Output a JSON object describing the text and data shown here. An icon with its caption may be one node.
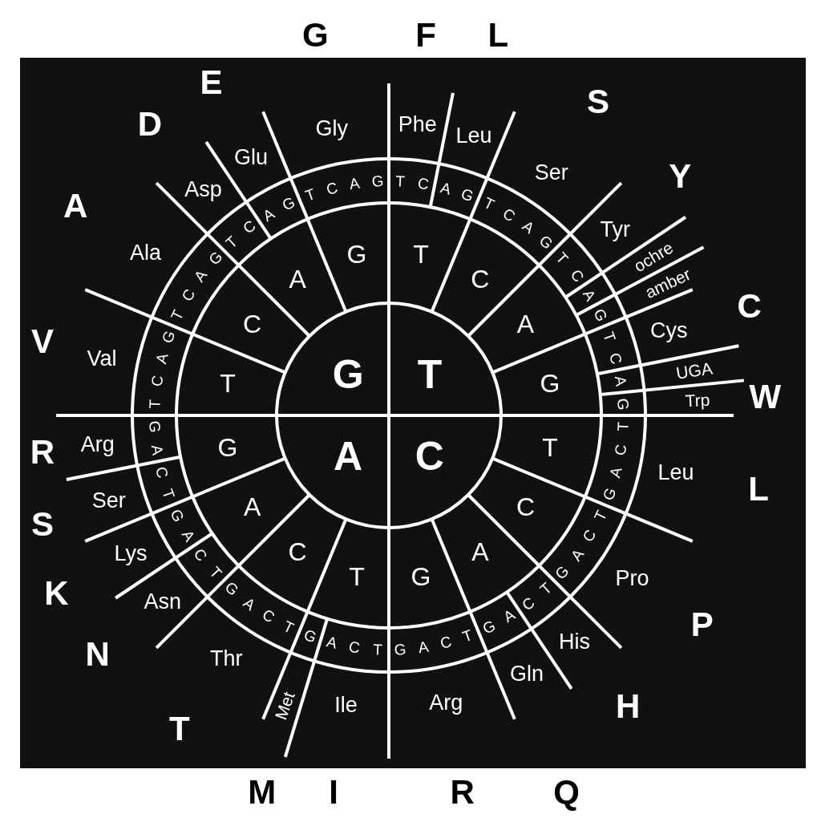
{
  "diagram": {
    "labels": [
      "G",
      "T",
      "A",
      "C",
      "T",
      "C",
      "A",
      "G",
      "T",
      "C",
      "A",
      "G",
      "T",
      "C",
      "A",
      "G",
      "T",
      "C",
      "A",
      "G",
      "T",
      "C",
      "A",
      "G",
      "T",
      "C",
      "A",
      "G",
      "T",
      "C",
      "A",
      "G",
      "T",
      "C",
      "A",
      "G",
      "T",
      "C",
      "A",
      "G",
      "T",
      "C",
      "A",
      "G",
      "T",
      "C",
      "A",
      "G",
      "T",
      "C",
      "A",
      "G",
      "T",
      "C",
      "A",
      "G",
      "T",
      "C",
      "A",
      "G",
      "T",
      "C",
      "A",
      "G",
      "T",
      "C",
      "A",
      "G",
      "T",
      "C",
      "A",
      "G",
      "T",
      "C",
      "A",
      "G",
      "T",
      "C",
      "A",
      "G",
      "T",
      "C",
      "A",
      "G",
      "Phe",
      "Leu",
      "Ser",
      "Tyr",
      "ochre",
      "amber",
      "Cys",
      "UGA",
      "Trp",
      "Leu",
      "Pro",
      "His",
      "Gln",
      "Arg",
      "Ile",
      "Met",
      "Thr",
      "Asn",
      "Lys",
      "Ser",
      "Arg",
      "Val",
      "Ala",
      "Asp",
      "Glu",
      "Gly",
      "F",
      "L",
      "S",
      "Y",
      "C",
      "W",
      "L",
      "P",
      "H",
      "Q",
      "R",
      "I",
      "M",
      "T",
      "N",
      "K",
      "S",
      "R",
      "V",
      "A",
      "D",
      "E",
      "G"
    ]
  }
}
